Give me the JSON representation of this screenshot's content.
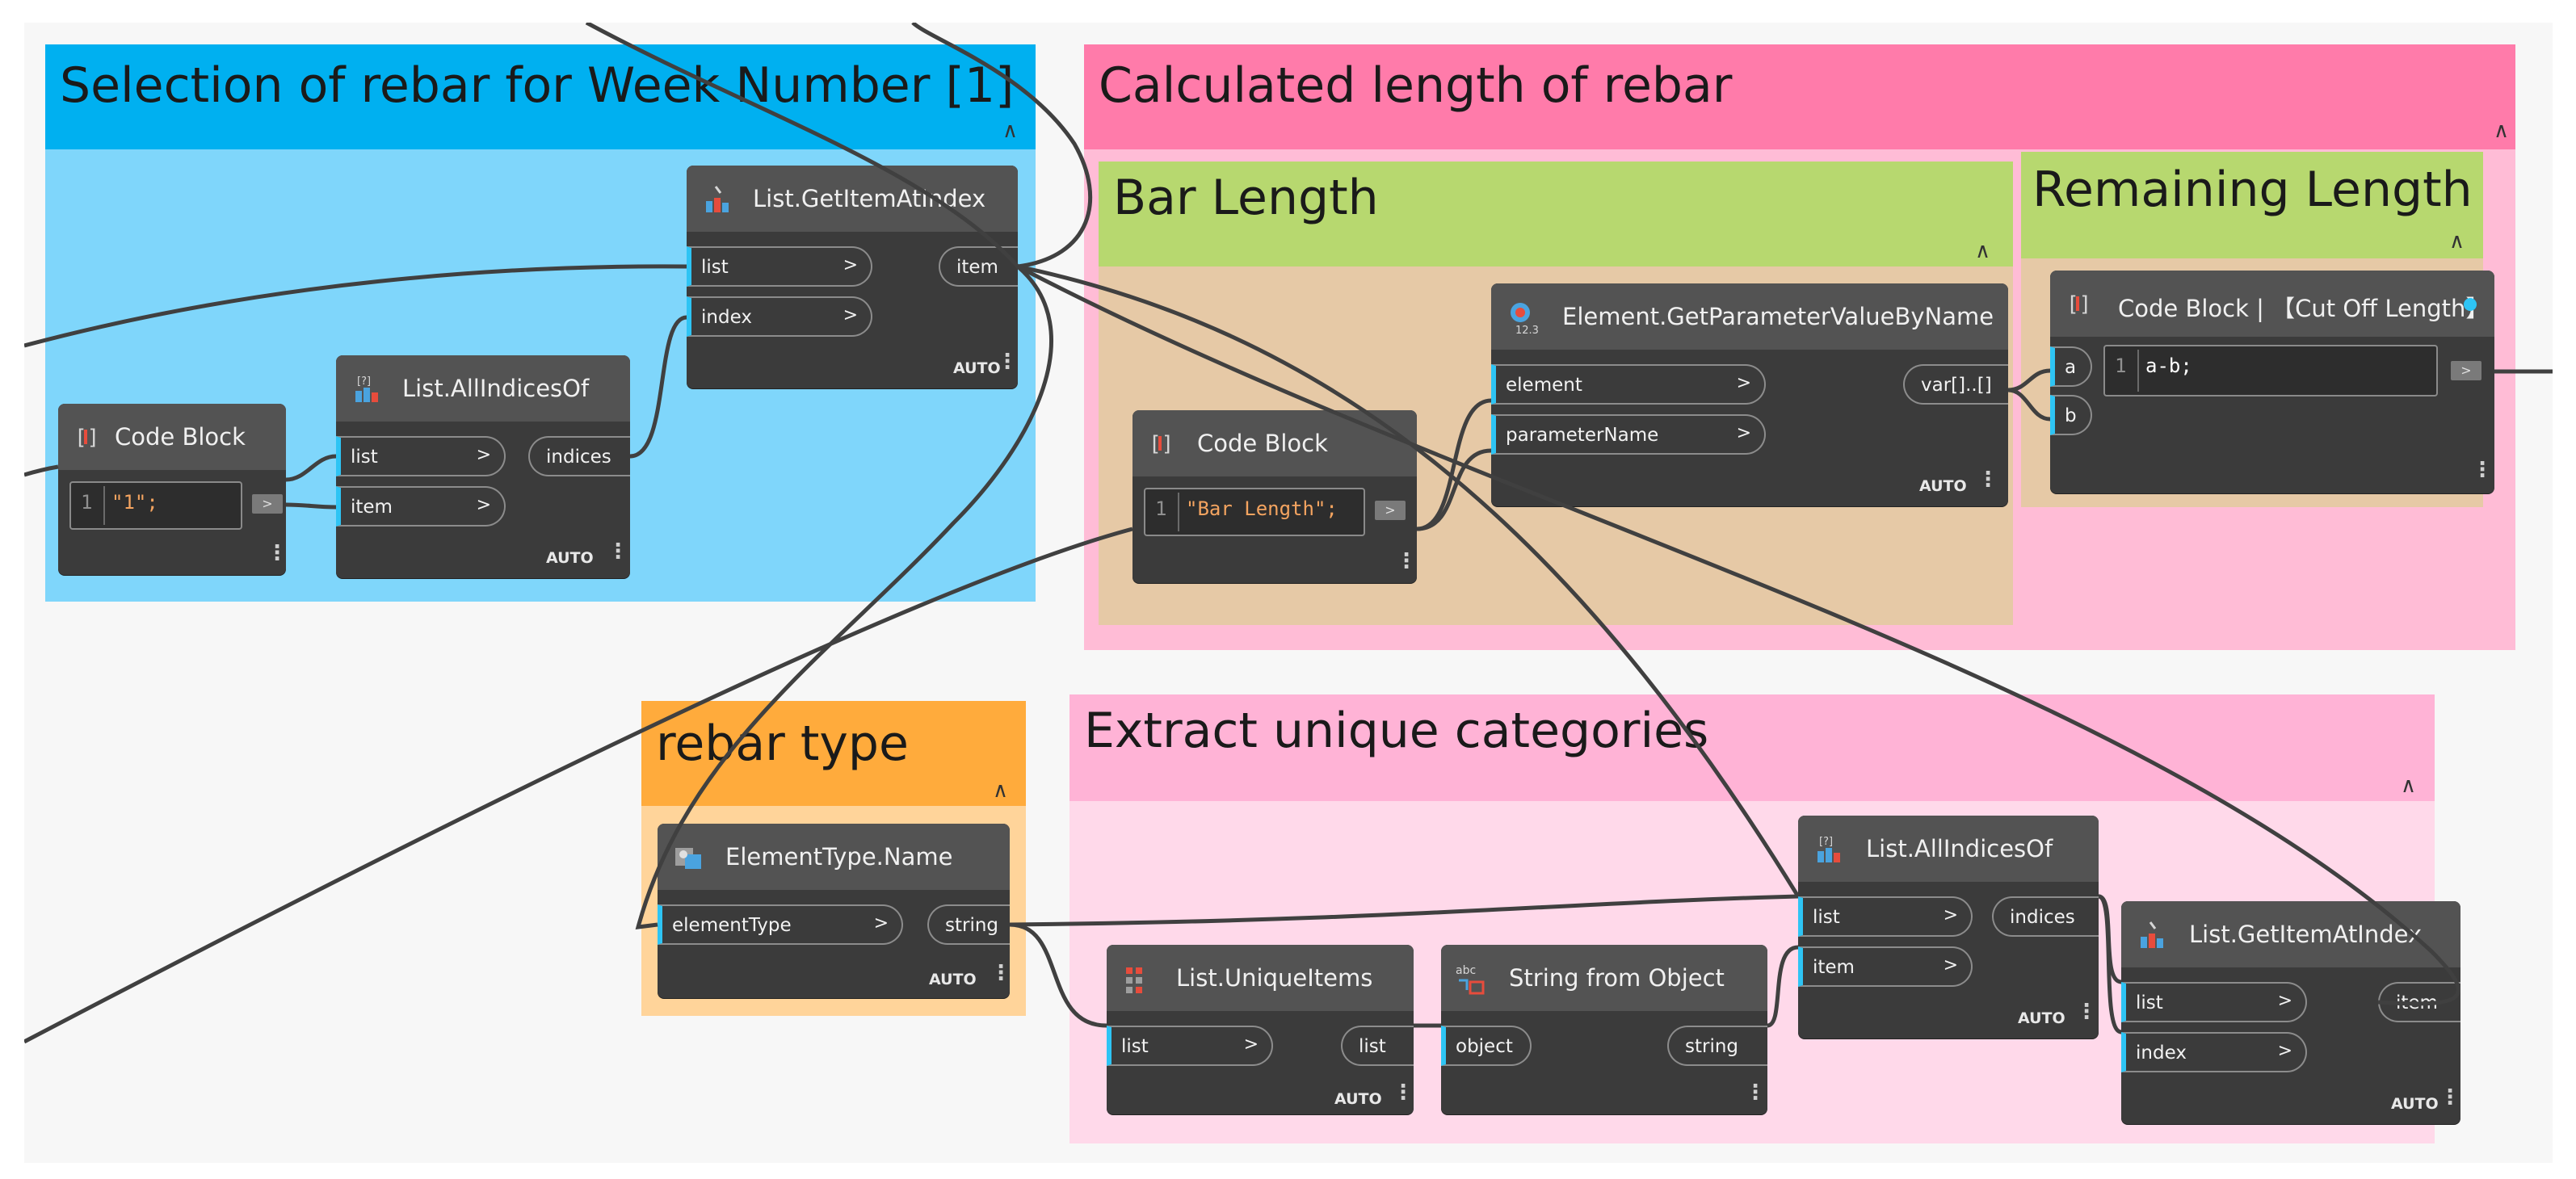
{
  "groups": {
    "selection": {
      "title": "Selection of rebar for Week Number [1]",
      "color": "#00b0f0",
      "body": "#7fd6fb"
    },
    "calculated": {
      "title": "Calculated length of rebar",
      "color": "#ff7baa",
      "body": "#ffbcd6"
    },
    "bar_length": {
      "title": "Bar Length",
      "color": "#b7d86f",
      "body": "#e6c9a6"
    },
    "remaining": {
      "title": "Remaining Length",
      "color": "#b7d86f",
      "body": "#e6c9a6"
    },
    "rebar_type": {
      "title": "rebar type",
      "color": "#ffab3c",
      "body": "#ffd49a"
    },
    "extract": {
      "title": "Extract unique categories",
      "color": "#ffb3d6",
      "body": "#ffd9ea"
    }
  },
  "nodes": {
    "code_block_1": {
      "title": "Code Block",
      "line": "1",
      "code": "\"1\";"
    },
    "all_indices_1": {
      "title": "List.AllIndicesOf",
      "inputs": [
        "list",
        "item"
      ],
      "output": "indices",
      "lacing": "AUTO"
    },
    "get_item_1": {
      "title": "List.GetItemAtIndex",
      "inputs": [
        "list",
        "index"
      ],
      "output": "item",
      "lacing": "AUTO"
    },
    "code_block_bar": {
      "title": "Code Block",
      "line": "1",
      "code": "\"Bar Length\";"
    },
    "get_param": {
      "title": "Element.GetParameterValueByName",
      "inputs": [
        "element",
        "parameterName"
      ],
      "output": "var[]..[]",
      "lacing": "AUTO"
    },
    "code_block_cut": {
      "title": "Code Block | 【Cut Off Length】",
      "line": "1",
      "code": "a-b;",
      "inputs": [
        "a",
        "b"
      ]
    },
    "element_type_name": {
      "title": "ElementType.Name",
      "inputs": [
        "elementType"
      ],
      "output": "string",
      "lacing": "AUTO"
    },
    "unique_items": {
      "title": "List.UniqueItems",
      "inputs": [
        "list"
      ],
      "output": "list",
      "lacing": "AUTO"
    },
    "string_from_object": {
      "title": "String from Object",
      "inputs": [
        "object"
      ],
      "output": "string"
    },
    "all_indices_2": {
      "title": "List.AllIndicesOf",
      "inputs": [
        "list",
        "item"
      ],
      "output": "indices",
      "lacing": "AUTO"
    },
    "get_item_2": {
      "title": "List.GetItemAtIndex",
      "inputs": [
        "list",
        "index"
      ],
      "output": "item",
      "lacing": "AUTO"
    }
  },
  "icons": {
    "code_block": "code-block-icon",
    "list_query": "list-query-icon",
    "list_getitem": "list-getitem-icon",
    "element_param": "element-parameter-icon",
    "element_type": "element-type-icon",
    "unique_items": "unique-items-icon",
    "string_object": "string-from-object-icon"
  },
  "ui": {
    "collapse_glyph": "∧",
    "more_glyph": "⋮",
    "arrow_glyph": ">",
    "output_button": ">"
  }
}
